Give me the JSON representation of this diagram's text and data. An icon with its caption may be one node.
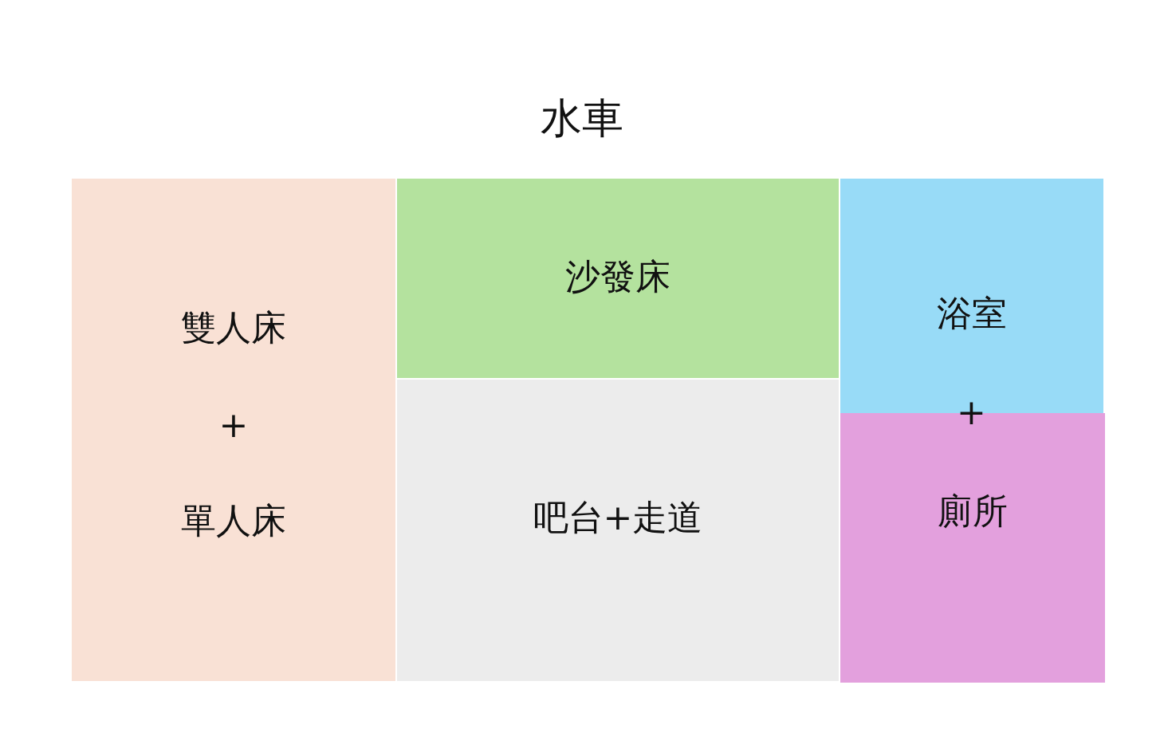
{
  "diagram": {
    "title": "水車",
    "nodes": [
      {
        "text": [
          "雙人床",
          "+",
          "單人床"
        ]
      },
      {
        "text": [
          "沙發床"
        ]
      },
      {
        "text": [
          "吧台+走道"
        ]
      },
      {
        "text": [
          "浴室"
        ]
      },
      {
        "text": [
          "廁所"
        ]
      }
    ],
    "labels": [
      "+"
    ]
  }
}
